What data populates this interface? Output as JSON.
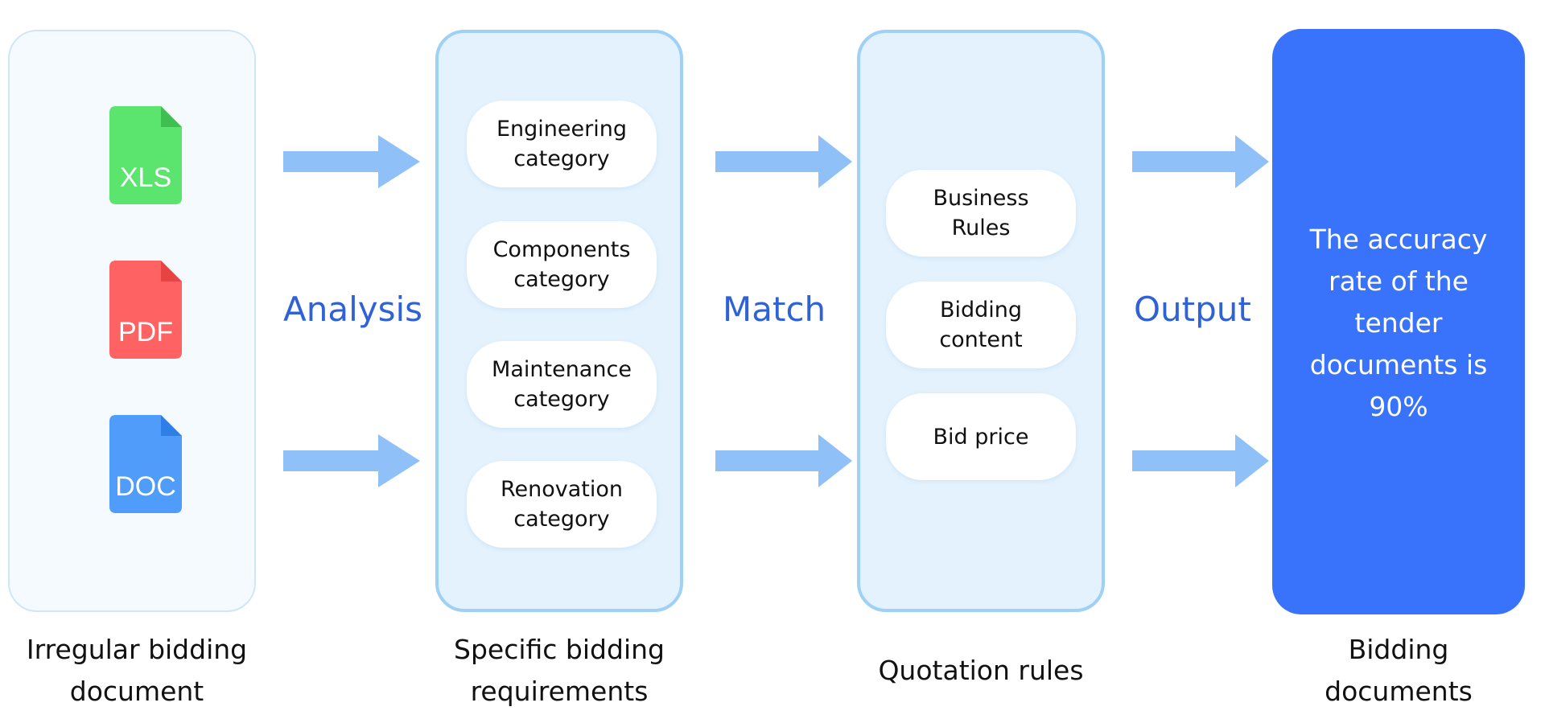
{
  "columns": [
    {
      "caption_lines": [
        "Irregular bidding",
        "document"
      ],
      "files": [
        {
          "label": "XLS",
          "color": "#5be46e",
          "fold": "#3fbf52",
          "icon": "xls-file-icon"
        },
        {
          "label": "PDF",
          "color": "#ff6262",
          "fold": "#e84343",
          "icon": "pdf-file-icon"
        },
        {
          "label": "DOC",
          "color": "#4f9cfb",
          "fold": "#2f7de6",
          "icon": "doc-file-icon"
        }
      ]
    },
    {
      "caption_lines": [
        "Specific bidding",
        "requirements"
      ],
      "items": [
        {
          "lines": [
            "Engineering",
            "category"
          ]
        },
        {
          "lines": [
            "Components",
            "category"
          ]
        },
        {
          "lines": [
            "Maintenance",
            "category"
          ]
        },
        {
          "lines": [
            "Renovation",
            "category"
          ]
        }
      ]
    },
    {
      "caption_lines": [
        "Quotation rules"
      ],
      "items": [
        {
          "lines": [
            "Business",
            "Rules"
          ]
        },
        {
          "lines": [
            "Bidding",
            "content"
          ]
        },
        {
          "lines": [
            "Bid price"
          ]
        }
      ]
    },
    {
      "caption_lines": [
        "Bidding",
        "documents"
      ],
      "result_lines": [
        "The accuracy",
        "rate of the",
        "tender",
        "documents is",
        "90%"
      ]
    }
  ],
  "steps": [
    {
      "label": "Analysis"
    },
    {
      "label": "Match"
    },
    {
      "label": "Output"
    }
  ],
  "colors": {
    "arrow": "#8fc0f8",
    "step_text": "#2f62d6",
    "result_bg": "#3a73fb"
  }
}
